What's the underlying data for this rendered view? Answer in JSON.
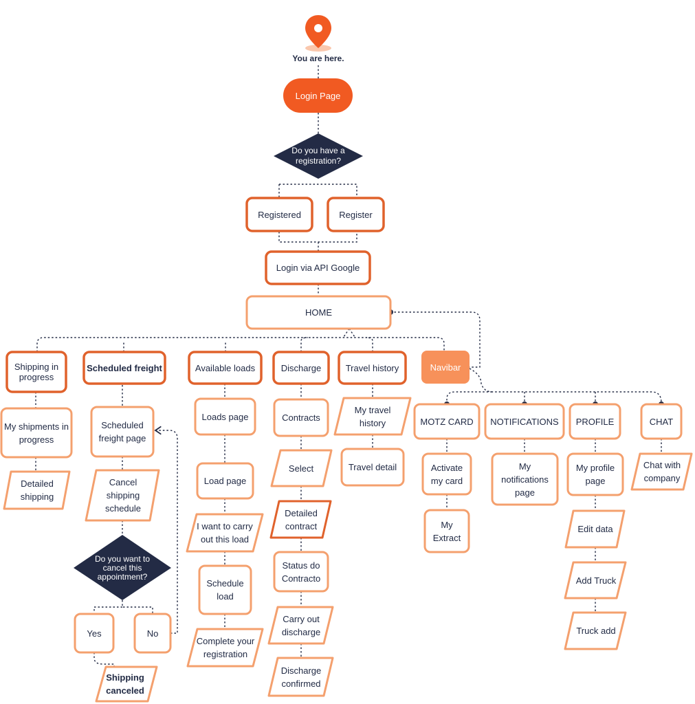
{
  "marker": {
    "caption": "You are here.",
    "icon": "location-pin-icon"
  },
  "colors": {
    "accent": "#f15a22",
    "accent_light": "#f7915a",
    "box_border_strong": "#e0622c",
    "box_border_light": "#f4a06e",
    "decision_fill": "#232b45",
    "connector": "#232b45"
  },
  "main_flow": {
    "login_page": "Login Page",
    "decision_registration": "Do you have a registration?",
    "registered": "Registered",
    "register": "Register",
    "login_google": "Login via API Google",
    "home": "HOME"
  },
  "sections": {
    "shipping_in_progress": {
      "title": "Shipping in progress",
      "items": [
        "My shipments in progress",
        "Detailed shipping"
      ]
    },
    "scheduled_freight": {
      "title": "Scheduled freight",
      "items": [
        "Scheduled freight page",
        "Cancel shipping schedule"
      ],
      "decision": "Do you want to cancel this appointment?",
      "yes": "Yes",
      "no": "No",
      "result": "Shipping canceled"
    },
    "available_loads": {
      "title": "Available loads",
      "items": [
        "Loads page",
        "Load page",
        "I want to carry out this load",
        "Schedule load",
        "Complete your registration"
      ]
    },
    "discharge": {
      "title": "Discharge",
      "items": [
        "Contracts",
        "Select",
        "Detailed contract",
        "Status do Contracto",
        "Carry out discharge",
        "Discharge confirmed"
      ]
    },
    "travel_history": {
      "title": "Travel history",
      "items": [
        "My travel history",
        "Travel detail"
      ]
    }
  },
  "navibar": {
    "title": "Navibar",
    "motz_card": {
      "title": "MOTZ CARD",
      "items": [
        "Activate my card",
        "My Extract"
      ]
    },
    "notifications": {
      "title": "NOTIFICATIONS",
      "items": [
        "My notifications page"
      ]
    },
    "profile": {
      "title": "PROFILE",
      "items": [
        "My profile page",
        "Edit data",
        "Add Truck",
        "Truck add"
      ]
    },
    "chat": {
      "title": "CHAT",
      "items": [
        "Chat with company"
      ]
    }
  }
}
